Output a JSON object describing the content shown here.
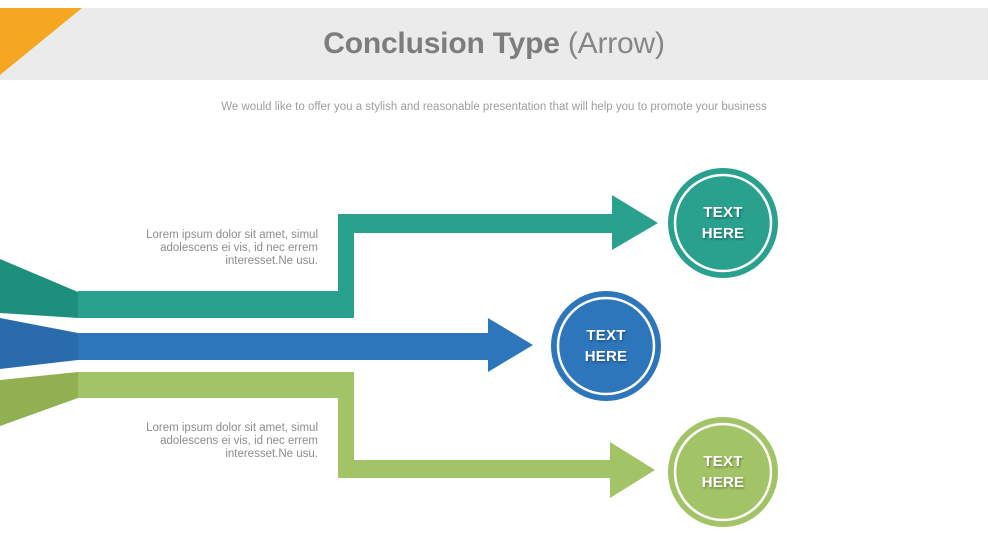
{
  "header": {
    "title_main": "Conclusion Type",
    "title_sub": "(Arrow)",
    "background": "#EBEBEB",
    "accent_triangle_color": "#F6A722",
    "title_color": "#7D7D7D"
  },
  "subtitle": "We would like to offer you a stylish and reasonable presentation that will help you to promote your business",
  "items": [
    {
      "name": "top",
      "color": "#2AA18E",
      "color_dark": "#1F8F7D",
      "circle_label_line1": "TEXT",
      "circle_label_line2": "HERE",
      "description_lines": [
        "Lorem ipsum dolor sit amet, simul",
        "adolescens ei vis, id nec errem",
        "interesset.Ne usu."
      ]
    },
    {
      "name": "middle",
      "color": "#2E76BB",
      "color_dark": "#2A6BAC",
      "circle_label_line1": "TEXT",
      "circle_label_line2": "HERE",
      "description_lines": []
    },
    {
      "name": "bottom",
      "color": "#A3C466",
      "color_dark": "#90B052",
      "circle_label_line1": "TEXT",
      "circle_label_line2": "HERE",
      "description_lines": [
        "Lorem ipsum dolor sit amet, simul",
        "adolescens ei vis, id nec errem",
        "interesset.Ne usu."
      ]
    }
  ]
}
